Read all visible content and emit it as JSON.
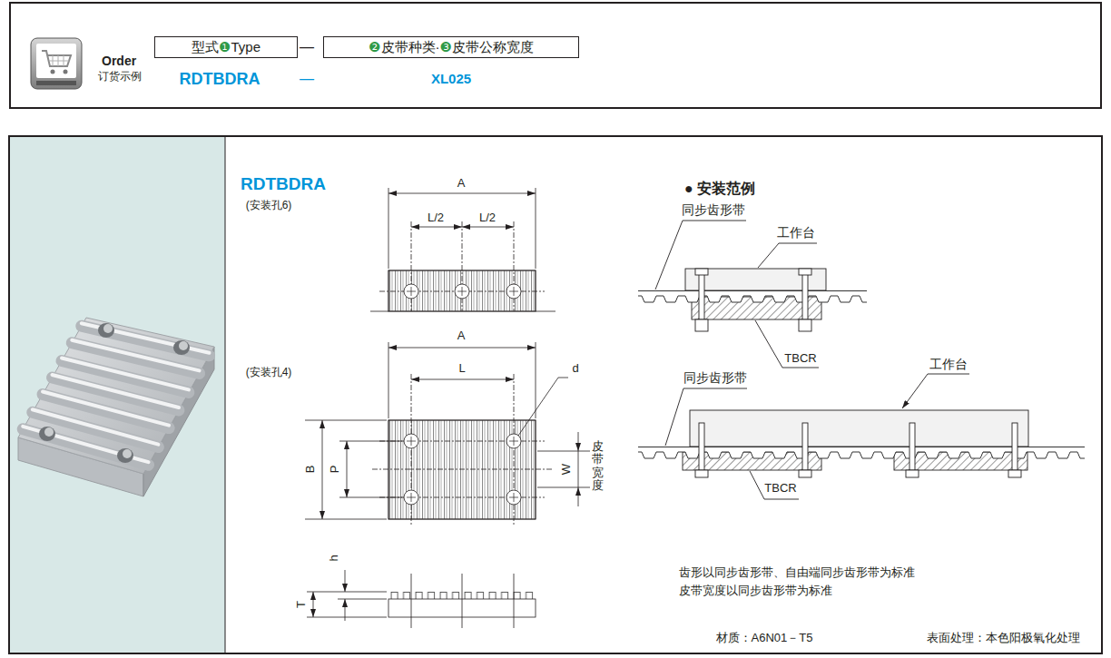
{
  "diagram": {
    "nodes": [
      {
        "text": [
          "Order",
          "订货示例"
        ]
      },
      {
        "text": [
          "型式❶Type"
        ],
        "in": 0
      },
      {
        "text": [
          "❷皮带种类·❸皮带公称宽度"
        ],
        "in": 0
      }
    ],
    "labels": [
      "—",
      "RDTBDRA",
      "—",
      "XL025",
      "RDTBDRA",
      "(安装孔6)",
      "A",
      "L/2",
      "L/2",
      "(安装孔4)",
      "A",
      "L",
      "d",
      "B",
      "P",
      "W",
      "皮带宽度",
      "h",
      "T",
      "● 安装范例",
      "同步齿形带",
      "工作台",
      "TBCR",
      "同步齿形带",
      "工作台",
      "TBCR",
      "齿形以同步齿形带、自由端同步齿形带为标准",
      "皮带宽度以同步齿形带为标准",
      "材质：A6N01－T5",
      "表面处理：本色阳极氧化处理"
    ]
  }
}
